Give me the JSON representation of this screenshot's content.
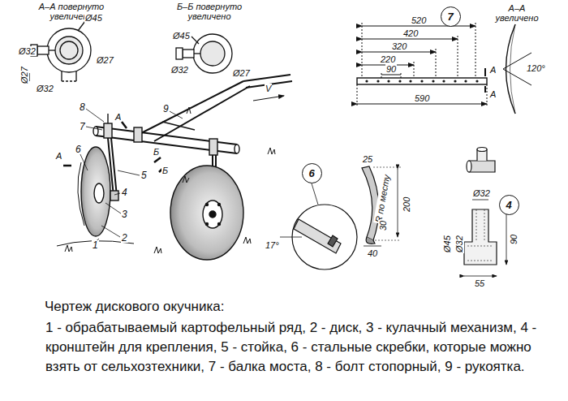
{
  "diagram": {
    "caption": "Чертеж дискового окучника:",
    "nodes": [
      {
        "text": [
          "7"
        ]
      },
      {
        "text": [
          "6"
        ]
      },
      {
        "text": [
          "4"
        ]
      }
    ],
    "labels": [
      "А–А повернуто увеличено",
      "Ø45",
      "Ø32",
      "Ø27",
      "Ø27",
      "Ø32",
      "Б–Б повернуто увеличено",
      "Ø45",
      "Ø32",
      "Ø27",
      "V",
      "8",
      "7",
      "9",
      "А",
      "А",
      "Б",
      "Б",
      "6",
      "5",
      "4",
      "3",
      "2",
      "1",
      "А–А увеличено",
      "520",
      "420",
      "320",
      "220",
      "90",
      "590",
      "А",
      "А",
      "120°",
      "25",
      "200",
      "R по месту",
      "30",
      "40",
      "17°",
      "Ø32",
      "90",
      "Ø45",
      "Ø32",
      "55",
      "1 - обрабатываемый картофельный ряд, 2 - диск, 3 - кулачный механизм, 4 - кронштейн для крепления, 5 - стойка, 6 - стальные скребки, которые можно взять от сельхозтехники, 7 - балка моста, 8 - болт стопорный, 9 - рукоятка."
    ]
  }
}
